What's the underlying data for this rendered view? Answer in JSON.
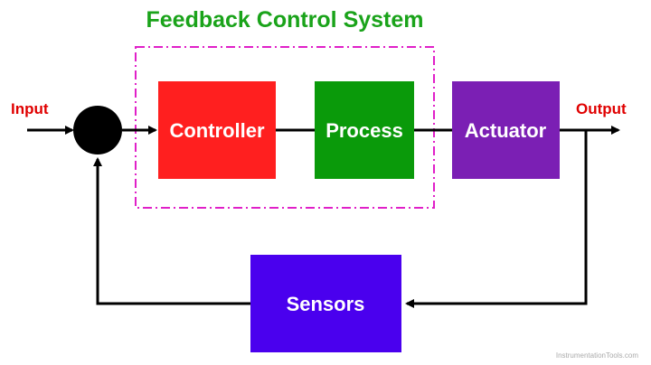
{
  "title": "Feedback Control System",
  "input_label": "Input",
  "output_label": "Output",
  "blocks": {
    "controller": "Controller",
    "process": "Process",
    "actuator": "Actuator",
    "sensors": "Sensors"
  },
  "watermark": "InstrumentationTools.com",
  "colors": {
    "title": "#1aa31a",
    "io_label": "#e00000",
    "controller": "#ff1f1f",
    "process": "#0a9a0a",
    "actuator": "#7b1fb4",
    "sensors": "#4a00ee",
    "boundary": "#e020c8",
    "line": "#000000",
    "watermark": "#aaaaaa"
  }
}
